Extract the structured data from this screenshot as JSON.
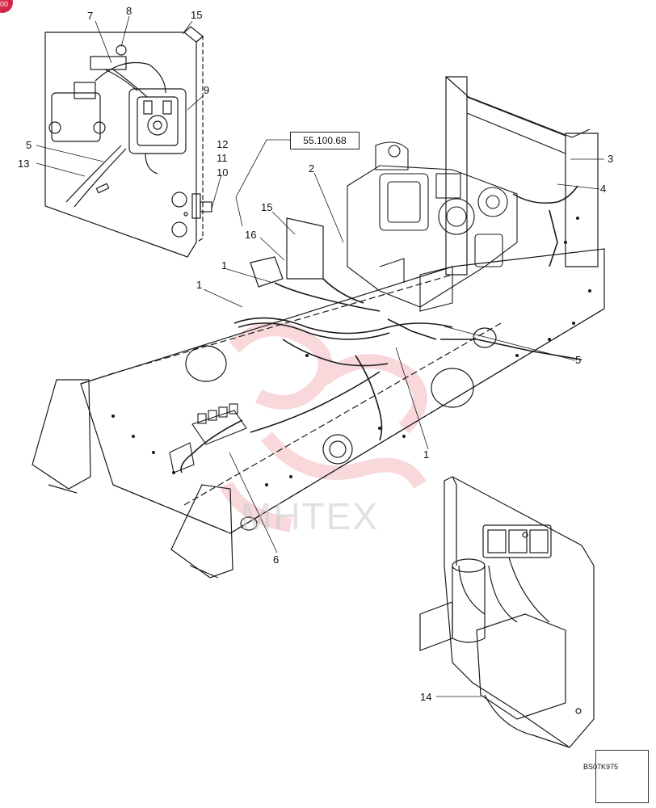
{
  "corner_badge": "00",
  "reference_box": "55.100.68",
  "watermark": "MHTEX",
  "figure_id": "BS07K975",
  "callouts": {
    "c15_inset": "15",
    "c7": "7",
    "c8": "8",
    "c9": "9",
    "c5_inset": "5",
    "c13": "13",
    "c12": "12",
    "c11": "11",
    "c10": "10",
    "c2": "2",
    "c15_main": "15",
    "c16": "16",
    "c1_a": "1",
    "c1_b": "1",
    "c3": "3",
    "c4": "4",
    "c5_main": "5",
    "c1_c": "1",
    "c6": "6",
    "c14": "14"
  },
  "colors": {
    "line": "#1a1a1a",
    "watermark_red": "#e05060",
    "badge": "#d4284a"
  }
}
